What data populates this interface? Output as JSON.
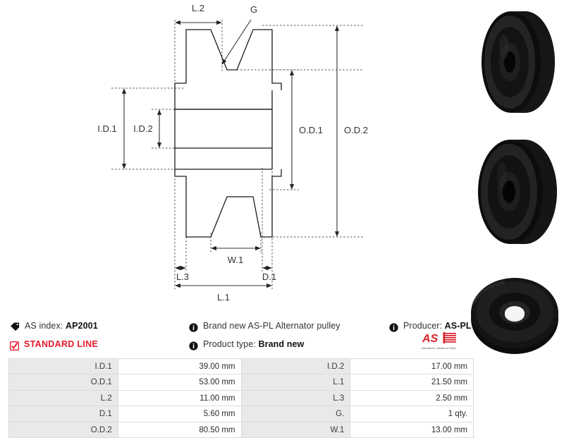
{
  "product": {
    "as_index_label": "AS index:",
    "as_index_value": "AP2001",
    "standard_line": "STANDARD LINE",
    "description": "Brand new AS-PL Alternator pulley",
    "product_type_label": "Product type:",
    "product_type_value": "Brand new",
    "producer_label": "Producer:",
    "producer_value": "AS-PL"
  },
  "brand": {
    "name": "AS",
    "tagline": "Alternators, Starters & Parts",
    "color": "#d81f2a"
  },
  "icons": {
    "tag": "tag-icon",
    "info": "info-icon",
    "check": "check-icon"
  },
  "drawing": {
    "labels": {
      "l1": "L.1",
      "l2": "L.2",
      "l3": "L.3",
      "d1": "D.1",
      "g": "G",
      "w1": "W.1",
      "id1": "I.D.1",
      "id2": "I.D.2",
      "od1": "O.D.1",
      "od2": "O.D.2"
    }
  },
  "spec_table": {
    "rows": [
      {
        "label_left": "I.D.1",
        "value_left": "39.00 mm",
        "label_right": "I.D.2",
        "value_right": "17.00 mm"
      },
      {
        "label_left": "O.D.1",
        "value_left": "53.00 mm",
        "label_right": "L.1",
        "value_right": "21.50 mm"
      },
      {
        "label_left": "L.2",
        "value_left": "11.00 mm",
        "label_right": "L.3",
        "value_right": "2.50 mm"
      },
      {
        "label_left": "D.1",
        "value_left": "5.60 mm",
        "label_right": "G.",
        "value_right": "1 qty."
      },
      {
        "label_left": "O.D.2",
        "value_left": "80.50 mm",
        "label_right": "W.1",
        "value_right": "13.00 mm"
      }
    ]
  }
}
